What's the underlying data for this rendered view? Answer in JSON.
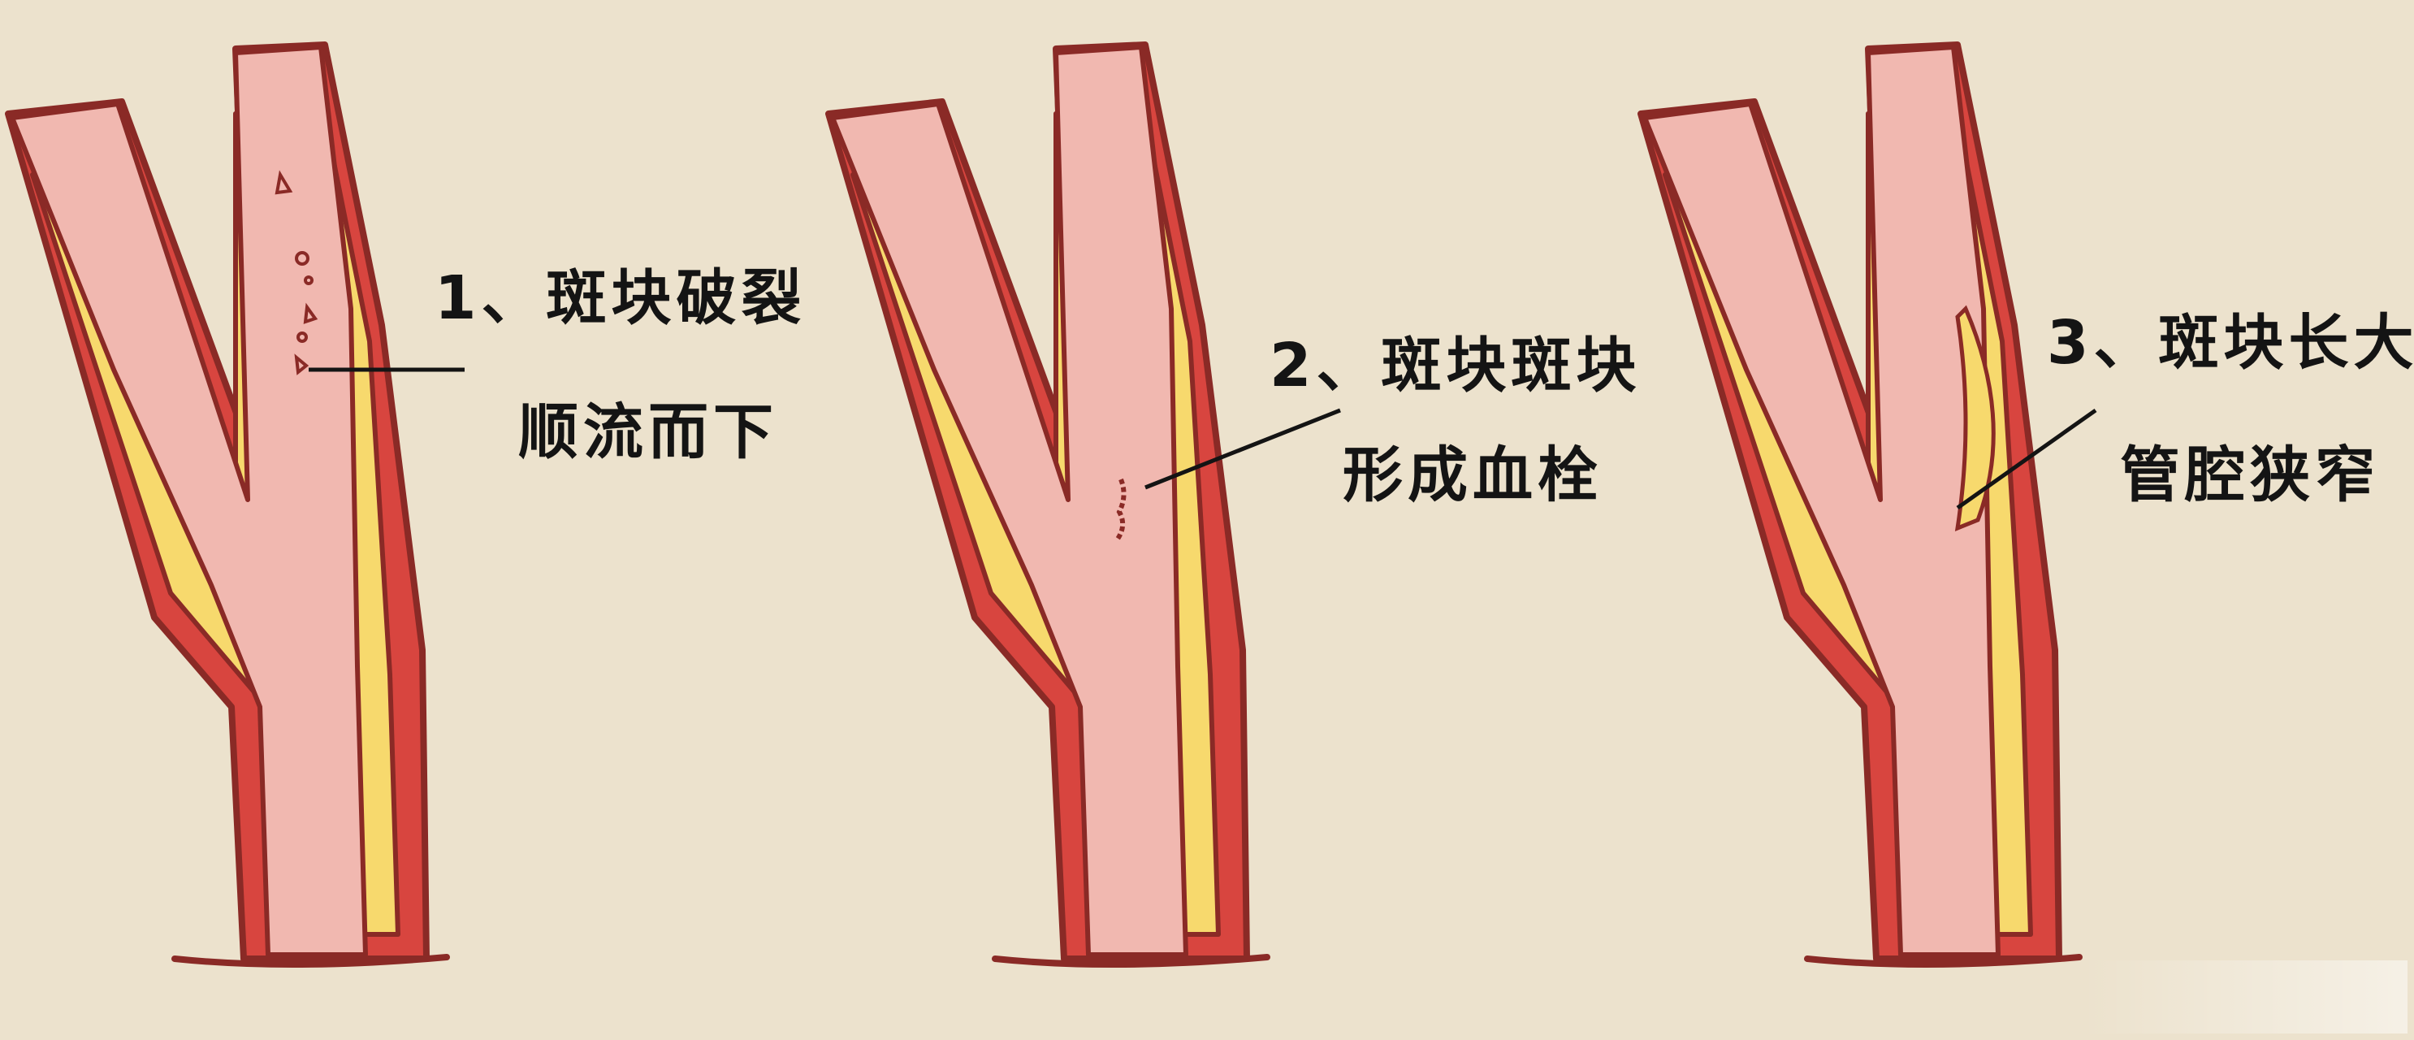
{
  "colors": {
    "background": "#ece2cd",
    "lumen": "#f1b8b0",
    "wall": "#d8453f",
    "outline": "#8a2a26",
    "plaque": "#f7d96d"
  },
  "panels": [
    {
      "line1": "1、斑块破裂",
      "line2": "顺流而下"
    },
    {
      "line1": "2、斑块斑块",
      "line2": "形成血栓"
    },
    {
      "line1": "3、斑块长大",
      "line2": "管腔狭窄"
    }
  ]
}
